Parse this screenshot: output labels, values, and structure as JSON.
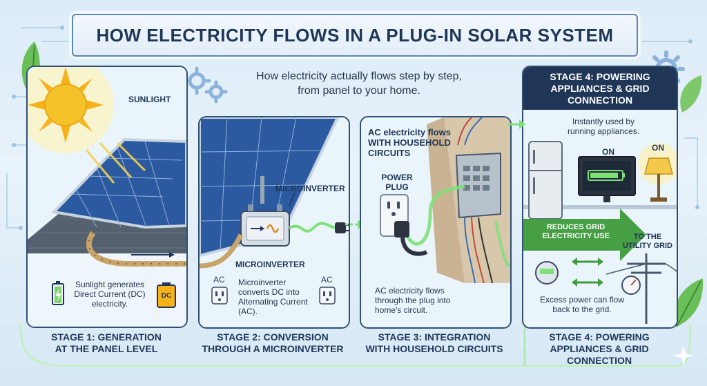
{
  "title": "HOW ELECTRICITY FLOWS IN A PLUG-IN SOLAR SYSTEM",
  "intro": {
    "line1": "How electricity actually flows step by step,",
    "line2": "from panel to your home."
  },
  "stage1": {
    "sun_label": "SUNLIGHT",
    "desc": "Sunlight generates Direct Current (DC) electricity.",
    "battery_label": "DC",
    "caption_line1": "STAGE 1: GENERATION",
    "caption_line2": "AT THE PANEL LEVEL"
  },
  "stage2": {
    "device_label_top": "MICROINVERTER",
    "device_label_bottom": "MICROINVERTER",
    "ac_left": "AC",
    "ac_right": "AC",
    "desc": "Microinverter converts DC into Alternating Current (AC).",
    "caption_line1": "STAGE 2: CONVERSION",
    "caption_line2": "THROUGH A MICROINVERTER"
  },
  "stage3": {
    "heading": "AC electricity flows WITH HOUSEHOLD CIRCUITS",
    "plug_label": "POWER PLUG",
    "desc": "AC electricity flows through the plug into home's circuit.",
    "caption_line1": "STAGE 3: INTEGRATION",
    "caption_line2": "WITH HOUSEHOLD CIRCUITS"
  },
  "stage4": {
    "header": "STAGE 4: POWERING APPLIANCES & GRID CONNECTION",
    "used_text": "Instantly used by running appliances.",
    "on_left": "ON",
    "on_right": "ON",
    "reduces_text": "REDUCES GRID ELECTRICITY USE",
    "to_grid": "TO THE UTILITY GRID",
    "excess": "Excess power can flow back to the grid.",
    "caption_line1": "STAGE 4: POWERING",
    "caption_line2": "APPLIANCES & GRID",
    "caption_line3": "CONNECTION"
  },
  "colors": {
    "navy": "#1f3656",
    "flow_green": "#7fe07a",
    "arrow_green": "#3e9a3a",
    "panel_blue": "#2c5aa0",
    "sun": "#f6c22a"
  },
  "icons": [
    "sun-icon",
    "gear-icon",
    "leaf-icon",
    "battery-icon",
    "outlet-icon",
    "plug-icon",
    "fridge-icon",
    "tv-icon",
    "lamp-icon",
    "meter-icon",
    "power-pole-icon",
    "gauge-icon"
  ]
}
